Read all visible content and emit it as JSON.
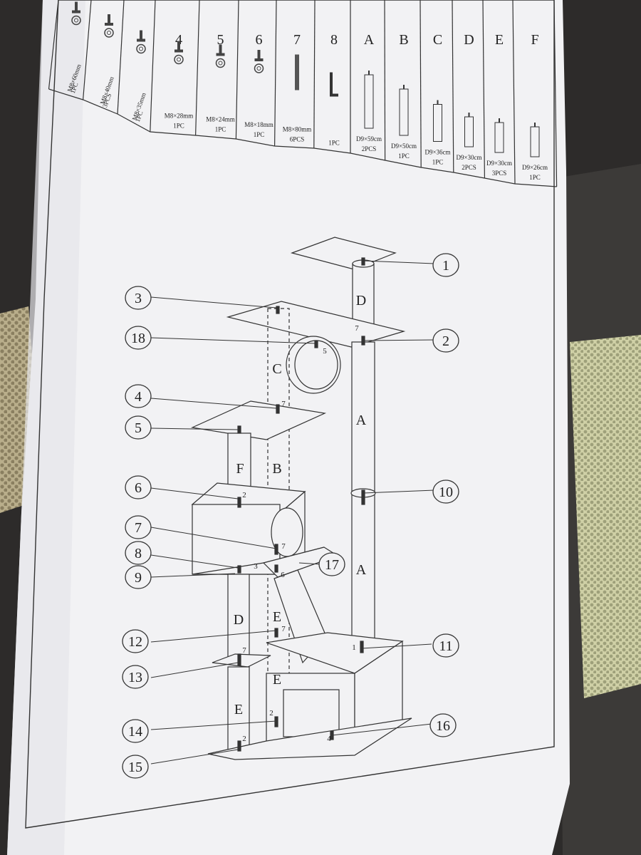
{
  "parts_table": {
    "columns": [
      {
        "id": "1",
        "header": "",
        "spec": "M8×60mm",
        "qty": "1PC",
        "kind": "screw"
      },
      {
        "id": "2",
        "header": "",
        "spec": "M8×40mm",
        "qty": "3PCS",
        "kind": "screw"
      },
      {
        "id": "3",
        "header": "",
        "spec": "M8×35mm",
        "qty": "1PC",
        "kind": "screw"
      },
      {
        "id": "4",
        "header": "4",
        "spec": "M8×28mm",
        "qty": "1PC",
        "kind": "screw"
      },
      {
        "id": "5",
        "header": "5",
        "spec": "M8×24mm",
        "qty": "1PC",
        "kind": "screw"
      },
      {
        "id": "6",
        "header": "6",
        "spec": "M8×18mm",
        "qty": "1PC",
        "kind": "screw"
      },
      {
        "id": "7",
        "header": "7",
        "spec": "M8×80mm",
        "qty": "6PCS",
        "kind": "bolt"
      },
      {
        "id": "8",
        "header": "8",
        "spec": "",
        "qty": "1PC",
        "kind": "allen-key"
      },
      {
        "id": "A",
        "header": "A",
        "spec": "D9×59cm",
        "qty": "2PCS",
        "kind": "post"
      },
      {
        "id": "B",
        "header": "B",
        "spec": "D9×50cm",
        "qty": "1PC",
        "kind": "post"
      },
      {
        "id": "C",
        "header": "C",
        "spec": "D9×36cm",
        "qty": "1PC",
        "kind": "post"
      },
      {
        "id": "D",
        "header": "D",
        "spec": "D9×30cm",
        "qty": "2PCS",
        "kind": "post"
      },
      {
        "id": "E",
        "header": "E",
        "spec": "D9×30cm",
        "qty": "3PCS",
        "kind": "post"
      },
      {
        "id": "F",
        "header": "F",
        "spec": "D9×26cm",
        "qty": "1PC",
        "kind": "post"
      }
    ]
  },
  "diagram": {
    "callouts": [
      "1",
      "2",
      "3",
      "18",
      "4",
      "5",
      "6",
      "7",
      "8",
      "9",
      "10",
      "17",
      "12",
      "11",
      "13",
      "14",
      "16",
      "15"
    ],
    "post_letters": [
      "D",
      "C",
      "A",
      "B",
      "F",
      "A",
      "D",
      "E",
      "E",
      "E"
    ],
    "joint_numbers": [
      "7",
      "5",
      "7",
      "2",
      "7",
      "3",
      "6",
      "1",
      "7",
      "7",
      "2",
      "2",
      "4"
    ]
  }
}
